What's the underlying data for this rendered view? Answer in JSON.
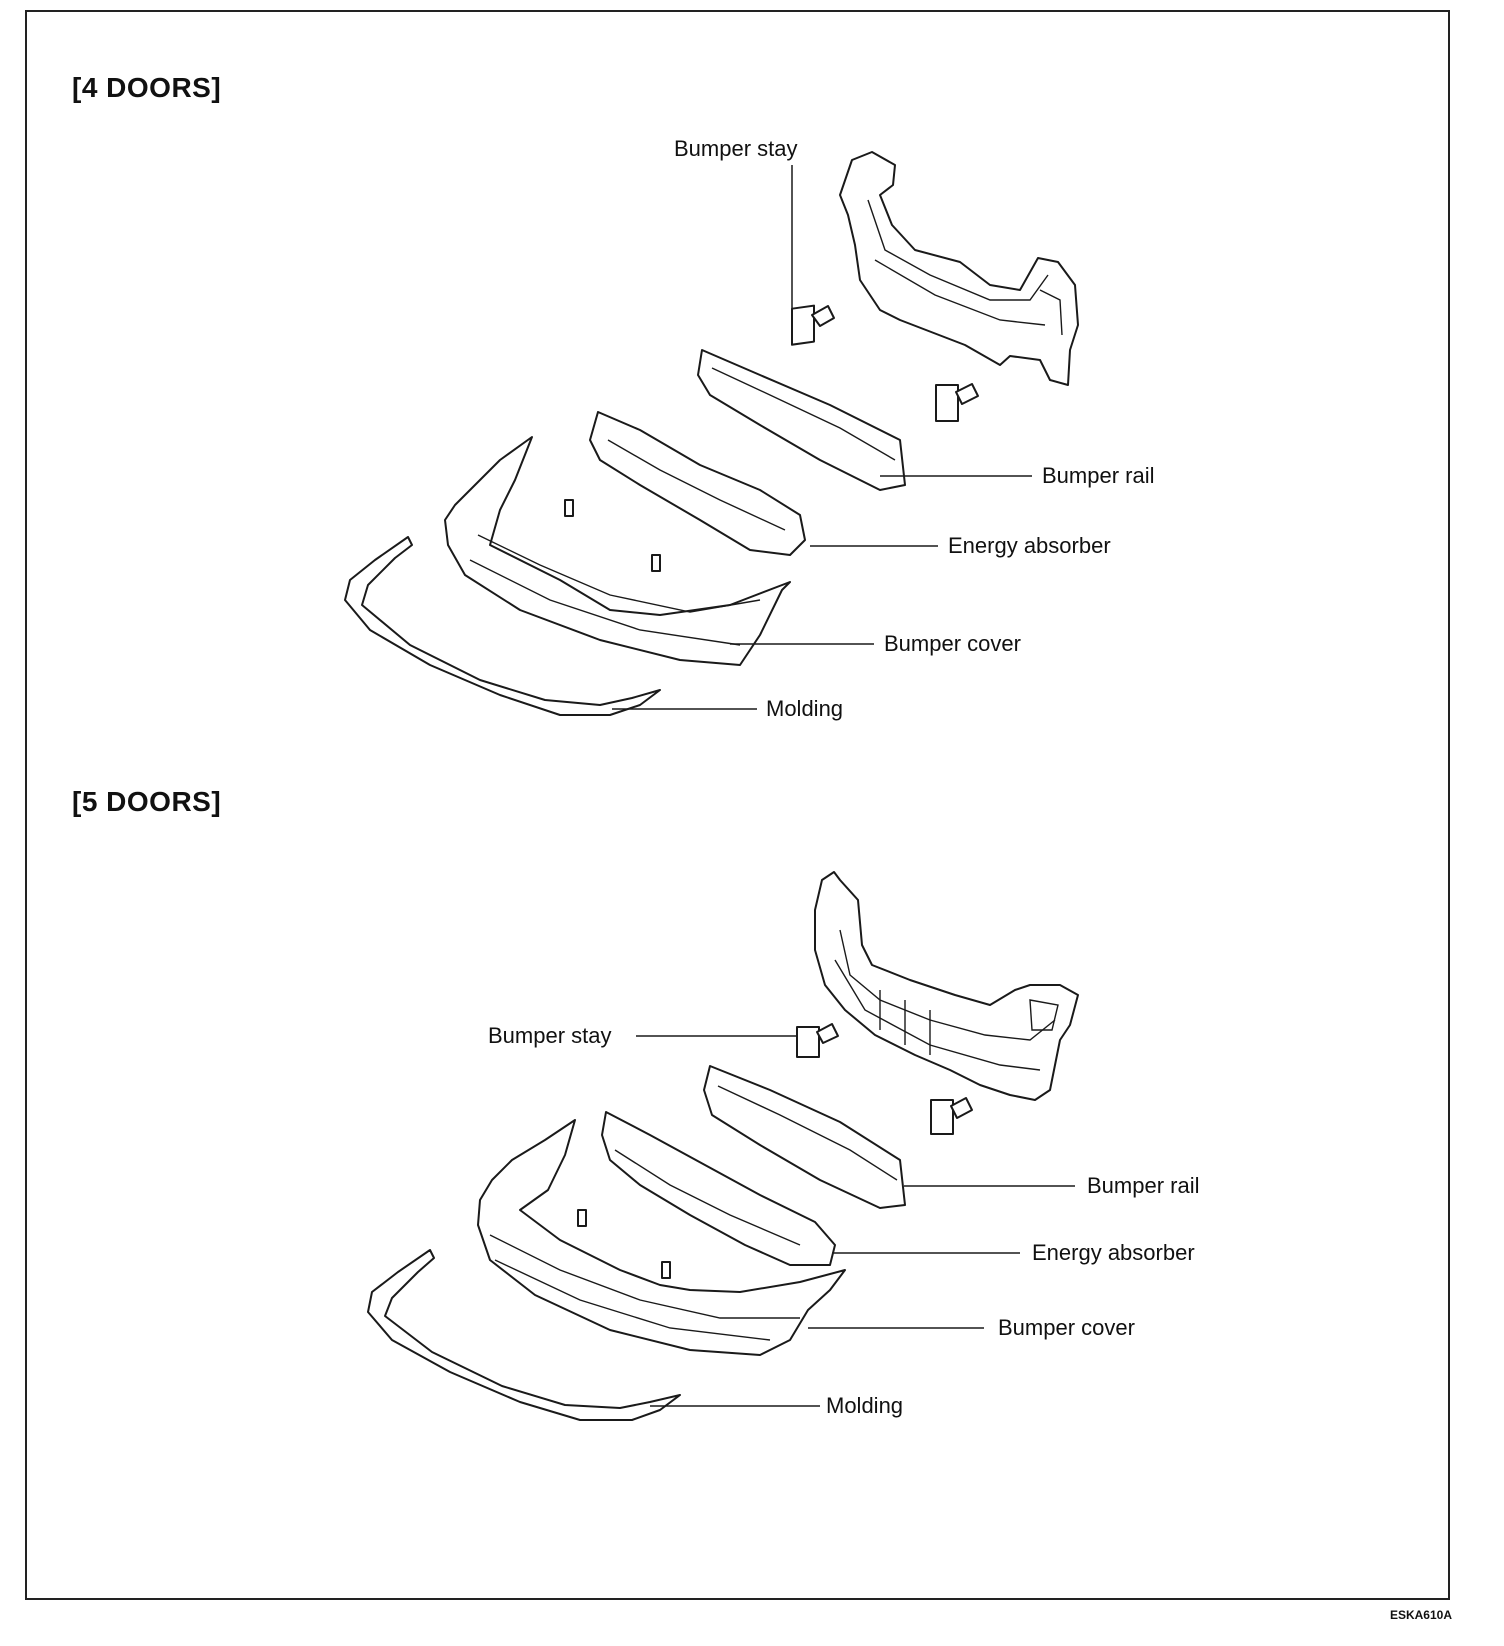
{
  "sections": [
    {
      "title": "[4 DOORS]",
      "labels": {
        "bumper_stay": "Bumper stay",
        "bumper_rail": "Bumper rail",
        "energy_absorber": "Energy absorber",
        "bumper_cover": "Bumper cover",
        "molding": "Molding"
      }
    },
    {
      "title": "[5 DOORS]",
      "labels": {
        "bumper_stay": "Bumper stay",
        "bumper_rail": "Bumper rail",
        "energy_absorber": "Energy absorber",
        "bumper_cover": "Bumper cover",
        "molding": "Molding"
      }
    }
  ],
  "figure_code": "ESKA610A"
}
